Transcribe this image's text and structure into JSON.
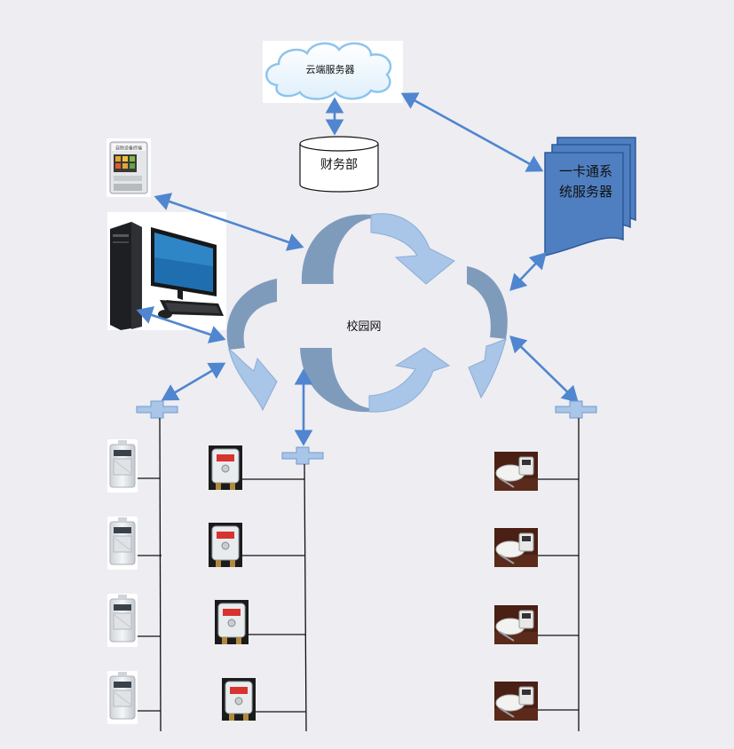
{
  "labels": {
    "cloud_server": "云端服务器",
    "finance": "财务部",
    "card_server_line1": "一卡通系",
    "card_server_line2": "统服务器",
    "campus_network": "校园网",
    "kiosk_screen": "自助设备终端"
  },
  "colors": {
    "connector": "#4f86cf",
    "bus_line": "#111111",
    "network_arrow_dark": "#7f9bbb",
    "network_arrow_light": "#a9c5e8",
    "server_doc": "#4f7fc1",
    "background": "#eeedf2"
  },
  "devices": {
    "left_column": [
      "water-meter",
      "water-meter",
      "water-meter",
      "water-meter"
    ],
    "middle_column": [
      "gas-meter",
      "gas-meter",
      "gas-meter",
      "gas-meter"
    ],
    "right_column": [
      "card-reader-sensor",
      "card-reader-sensor",
      "card-reader-sensor",
      "card-reader-sensor"
    ]
  }
}
